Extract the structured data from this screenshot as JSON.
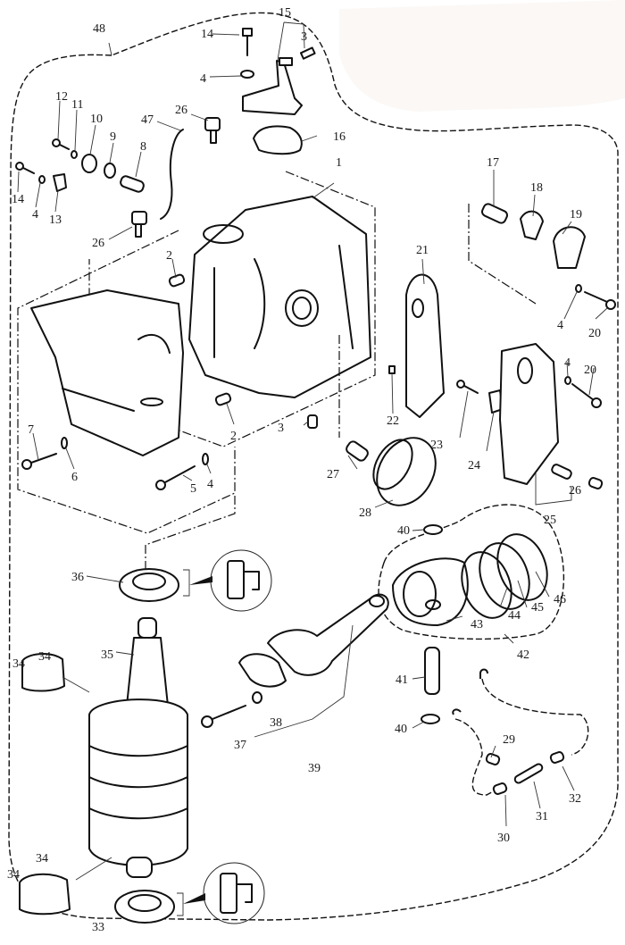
{
  "diagram": {
    "type": "exploded-parts-diagram",
    "subject": "Outboard engine crankcase / cylinder block, crankshaft, connecting rod and piston assembly",
    "callouts": [
      {
        "id": "c48",
        "text": "48"
      },
      {
        "id": "c15",
        "text": "15"
      },
      {
        "id": "c14a",
        "text": "14"
      },
      {
        "id": "c3a",
        "text": "3"
      },
      {
        "id": "c4a",
        "text": "4"
      },
      {
        "id": "c16",
        "text": "16"
      },
      {
        "id": "c12",
        "text": "12"
      },
      {
        "id": "c11",
        "text": "11"
      },
      {
        "id": "c10",
        "text": "10"
      },
      {
        "id": "c9",
        "text": "9"
      },
      {
        "id": "c8",
        "text": "8"
      },
      {
        "id": "c47",
        "text": "47"
      },
      {
        "id": "c26a",
        "text": "26"
      },
      {
        "id": "c14b",
        "text": "14"
      },
      {
        "id": "c4b",
        "text": "4"
      },
      {
        "id": "c13",
        "text": "13"
      },
      {
        "id": "c26b",
        "text": "26"
      },
      {
        "id": "c1",
        "text": "1"
      },
      {
        "id": "c17",
        "text": "17"
      },
      {
        "id": "c18",
        "text": "18"
      },
      {
        "id": "c19",
        "text": "19"
      },
      {
        "id": "c2a",
        "text": "2"
      },
      {
        "id": "c21",
        "text": "21"
      },
      {
        "id": "c4c",
        "text": "4"
      },
      {
        "id": "c20a",
        "text": "20"
      },
      {
        "id": "c4d",
        "text": "4"
      },
      {
        "id": "c20b",
        "text": "20"
      },
      {
        "id": "c22",
        "text": "22"
      },
      {
        "id": "c23",
        "text": "23"
      },
      {
        "id": "c24",
        "text": "24"
      },
      {
        "id": "c2b",
        "text": "2"
      },
      {
        "id": "c3b",
        "text": "3"
      },
      {
        "id": "c7",
        "text": "7"
      },
      {
        "id": "c6",
        "text": "6"
      },
      {
        "id": "c5",
        "text": "5"
      },
      {
        "id": "c4e",
        "text": "4"
      },
      {
        "id": "c27",
        "text": "27"
      },
      {
        "id": "c28",
        "text": "28"
      },
      {
        "id": "c26c",
        "text": "26"
      },
      {
        "id": "c25",
        "text": "25"
      },
      {
        "id": "c40a",
        "text": "40"
      },
      {
        "id": "c36",
        "text": "36"
      },
      {
        "id": "c44",
        "text": "44"
      },
      {
        "id": "c45",
        "text": "45"
      },
      {
        "id": "c46",
        "text": "46"
      },
      {
        "id": "c43",
        "text": "43"
      },
      {
        "id": "c42",
        "text": "42"
      },
      {
        "id": "c35",
        "text": "35"
      },
      {
        "id": "c34a",
        "text": "34"
      },
      {
        "id": "c34b",
        "text": "34"
      },
      {
        "id": "c41",
        "text": "41"
      },
      {
        "id": "c38",
        "text": "38"
      },
      {
        "id": "c37",
        "text": "37"
      },
      {
        "id": "c40b",
        "text": "40"
      },
      {
        "id": "c39",
        "text": "39"
      },
      {
        "id": "c29",
        "text": "29"
      },
      {
        "id": "c32",
        "text": "32"
      },
      {
        "id": "c31",
        "text": "31"
      },
      {
        "id": "c30",
        "text": "30"
      },
      {
        "id": "c34c",
        "text": "34"
      },
      {
        "id": "c34d",
        "text": "34"
      },
      {
        "id": "c33",
        "text": "33"
      }
    ]
  }
}
